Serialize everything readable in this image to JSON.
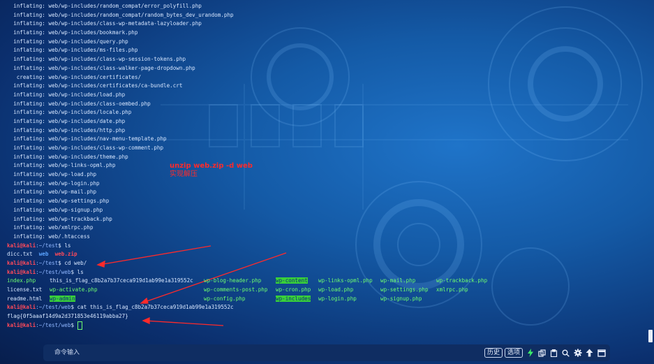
{
  "terminal": {
    "inflate_lines": [
      "  inflating: web/wp-includes/random_compat/error_polyfill.php",
      "  inflating: web/wp-includes/random_compat/random_bytes_dev_urandom.php",
      "  inflating: web/wp-includes/class-wp-metadata-lazyloader.php",
      "  inflating: web/wp-includes/bookmark.php",
      "  inflating: web/wp-includes/query.php",
      "  inflating: web/wp-includes/ms-files.php",
      "  inflating: web/wp-includes/class-wp-session-tokens.php",
      "  inflating: web/wp-includes/class-walker-page-dropdown.php",
      "   creating: web/wp-includes/certificates/",
      "  inflating: web/wp-includes/certificates/ca-bundle.crt",
      "  inflating: web/wp-includes/load.php",
      "  inflating: web/wp-includes/class-oembed.php",
      "  inflating: web/wp-includes/locale.php",
      "  inflating: web/wp-includes/date.php",
      "  inflating: web/wp-includes/http.php",
      "  inflating: web/wp-includes/nav-menu-template.php",
      "  inflating: web/wp-includes/class-wp-comment.php",
      "  inflating: web/wp-includes/theme.php",
      "  inflating: web/wp-links-opml.php",
      "  inflating: web/wp-load.php",
      "  inflating: web/wp-login.php",
      "  inflating: web/wp-mail.php",
      "  inflating: web/wp-settings.php",
      "  inflating: web/wp-signup.php",
      "  inflating: web/wp-trackback.php",
      "  inflating: web/xmlrpc.php",
      "  inflating: web/.htaccess"
    ],
    "prompt_user": "kali@kali",
    "path_test": ":~/test",
    "path_web": ":~/test/web",
    "cmd1": "$ ls",
    "ls1": {
      "f1": "dicc.txt",
      "f2": "web",
      "f3": "web.zip"
    },
    "cmd2": "$ cd web/",
    "cmd3": "$ ls",
    "listing": [
      [
        "index.php",
        "this_is_flag_c8b2a7b37ceca919d1ab99e1a319552c",
        "wp-blog-header.php",
        "wp-content",
        "wp-links-opml.php",
        "wp-mail.php",
        "wp-trackback.php"
      ],
      [
        "license.txt",
        "wp-activate.php",
        "",
        "wp-comments-post.php",
        "wp-cron.php",
        "wp-load.php",
        "wp-settings.php",
        "xmlrpc.php"
      ],
      [
        "readme.html",
        "wp-admin",
        "",
        "wp-config.php",
        "wp-includes",
        "wp-login.php",
        "wp-signup.php"
      ]
    ],
    "cmd4": "$ cat this_is_flag_c8b2a7b37ceca919d1ab99e1a319552c",
    "flag": "flag{0f5aaaf14d9a2d371853e46119abba27}",
    "cmd5": "$ "
  },
  "annotation": {
    "line1": "unzip web.zip -d web",
    "line2": "实现解压"
  },
  "bottom_bar": {
    "placeholder": "命令输入",
    "history_label": "历史",
    "options_label": "选项"
  },
  "icons": [
    "lightning-icon",
    "copy-icon",
    "paste-icon",
    "search-icon",
    "gear-icon",
    "upload-icon",
    "window-icon"
  ],
  "colors": {
    "prompt": "#ff4a5a",
    "directory": "#5aa3ff",
    "highlight": "#39d139",
    "arrow": "#ff2a2a"
  }
}
